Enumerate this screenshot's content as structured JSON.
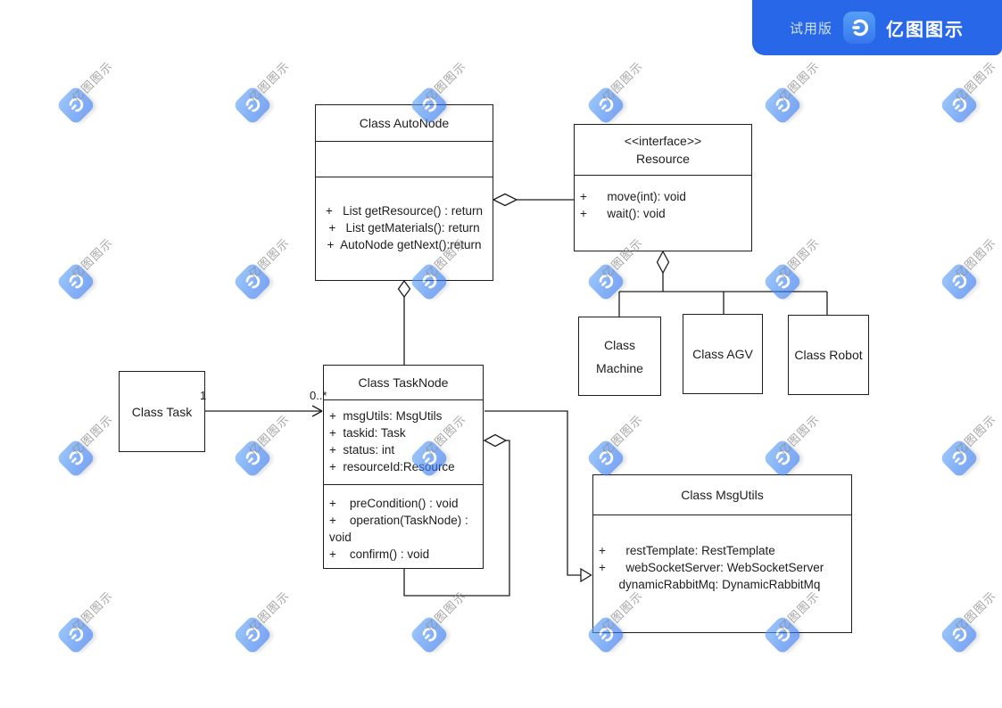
{
  "badge": {
    "trial_label": "试用版",
    "brand_name": "亿图图示"
  },
  "watermark": {
    "text": "亿图图示"
  },
  "colors": {
    "badge_bg": "#2767e8",
    "badge_tile_top": "#55a0f6",
    "badge_tile_bottom": "#3776ee",
    "watermark_blue": "#3b82f3",
    "watermark_text_gray": "#8f8f8f",
    "box_border": "#1d1d1d",
    "line": "#1d1d1d",
    "background": "#ffffff"
  },
  "uml": {
    "classes": [
      {
        "id": "autonode",
        "title": "Class AutoNode",
        "attributes": [],
        "methods": [
          "+   List getResource() : return",
          "+   List getMaterials(): return",
          "+  AutoNode getNext():return"
        ]
      },
      {
        "id": "resource",
        "stereotype": "<<interface>>",
        "title": "Resource",
        "methods": [
          "+      move(int): void",
          "+      wait(): void"
        ]
      },
      {
        "id": "machine",
        "title": "Class Machine"
      },
      {
        "id": "agv",
        "title": "Class AGV"
      },
      {
        "id": "robot",
        "title": "Class Robot"
      },
      {
        "id": "task",
        "title": "Class Task"
      },
      {
        "id": "tasknode",
        "title": "Class TaskNode",
        "attributes": [
          "+  msgUtils: MsgUtils",
          "+  taskid: Task",
          "+  status: int",
          "+  resourceId:Resource"
        ],
        "methods": [
          "+    preCondition() : void",
          "+    operation(TaskNode) : void",
          "+    confirm() : void"
        ]
      },
      {
        "id": "msgutils",
        "title": "Class MsgUtils",
        "attributes": [
          "+      restTemplate: RestTemplate",
          "+      webSocketServer: WebSocketServer",
          "      dynamicRabbitMq: DynamicRabbitMq"
        ]
      }
    ],
    "multiplicities": {
      "task_end": "1",
      "tasknode_end": "0..*"
    }
  }
}
